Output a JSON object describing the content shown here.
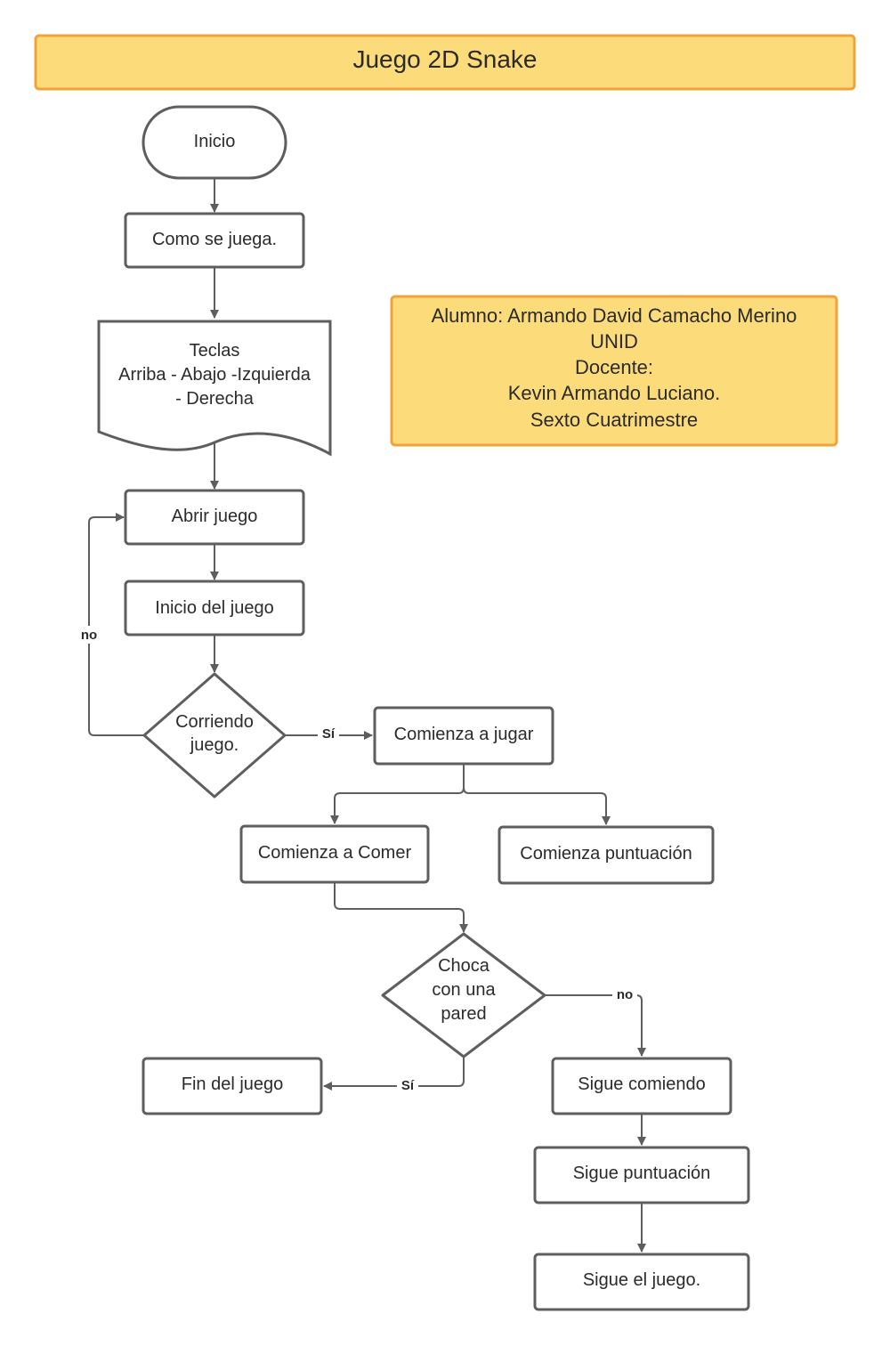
{
  "title": "Juego 2D Snake",
  "info_box": [
    "Alumno: Armando David Camacho Merino",
    "UNID",
    "Docente:",
    "Kevin Armando Luciano.",
    "Sexto Cuatrimestre"
  ],
  "nodes": {
    "inicio": "Inicio",
    "como_se_juega": "Como se juega.",
    "teclas": [
      "Teclas",
      "Arriba - Abajo -Izquierda",
      "- Derecha"
    ],
    "abrir_juego": "Abrir juego",
    "inicio_del_juego": "Inicio del juego",
    "corriendo_juego": [
      "Corriendo",
      "juego."
    ],
    "comienza_a_jugar": "Comienza a jugar",
    "comienza_a_comer": "Comienza a Comer",
    "comienza_puntuacion": "Comienza puntuación",
    "choca_con_pared": [
      "Choca",
      "con una",
      "pared"
    ],
    "fin_del_juego": "Fin del juego",
    "sigue_comiendo": "Sigue comiendo",
    "sigue_puntuacion": "Sigue puntuación",
    "sigue_el_juego": "Sigue el juego."
  },
  "edge_labels": {
    "corriendo_no": "no",
    "corriendo_si": "Sí",
    "choca_no": "no",
    "choca_si": "Sí"
  },
  "colors": {
    "banner_fill": "#fcdb7a",
    "banner_stroke": "#f0a33a",
    "node_stroke": "#5e5e5e"
  }
}
